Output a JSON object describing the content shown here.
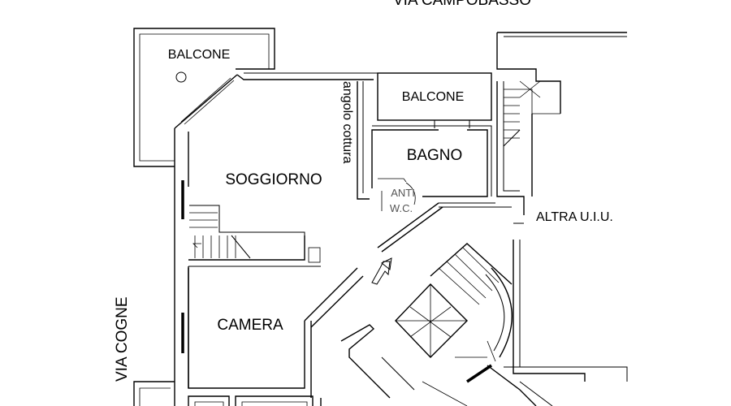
{
  "streets": {
    "top": "VIA CAMPOBASSO",
    "left": "VIA COGNE"
  },
  "rooms": {
    "balcone_left": "BALCONE",
    "balcone_center": "BALCONE",
    "bagno": "BAGNO",
    "soggiorno": "SOGGIORNO",
    "camera": "CAMERA",
    "anti_wc_line1": "ANTI",
    "anti_wc_line2": "W.C."
  },
  "annotations": {
    "angolo_cottura": "angolo cottura",
    "altra_uiu": "ALTRA U.I.U."
  }
}
